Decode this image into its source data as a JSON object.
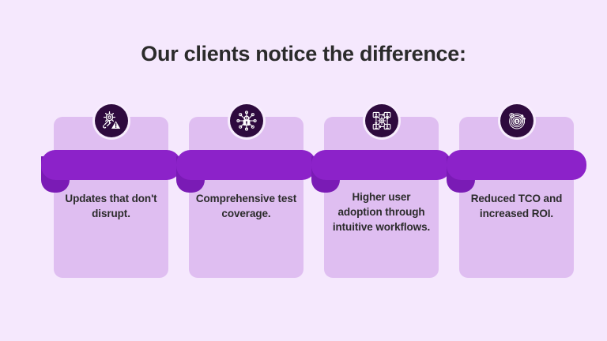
{
  "slide": {
    "title": "Our clients notice the difference:",
    "background_color": "#F5E8FD",
    "card_body_color": "#DFBEF1",
    "bar_color": "#8C22C9",
    "bar_shadow_color": "#7A1BB5",
    "badge_color": "#2E0A3E",
    "badge_ring_color": "#F7EDFD",
    "text_color": "#2B2B2B"
  },
  "cards": [
    {
      "icon_name": "gear-wrench-warning-icon",
      "caption": "Updates that don't disrupt."
    },
    {
      "icon_name": "network-lock-icon",
      "caption": "Comprehensive test coverage."
    },
    {
      "icon_name": "users-workflow-gear-icon",
      "caption": "Higher user adoption through intuitive workflows."
    },
    {
      "icon_name": "dollar-growth-target-icon",
      "caption": "Reduced TCO and increased ROI."
    }
  ]
}
